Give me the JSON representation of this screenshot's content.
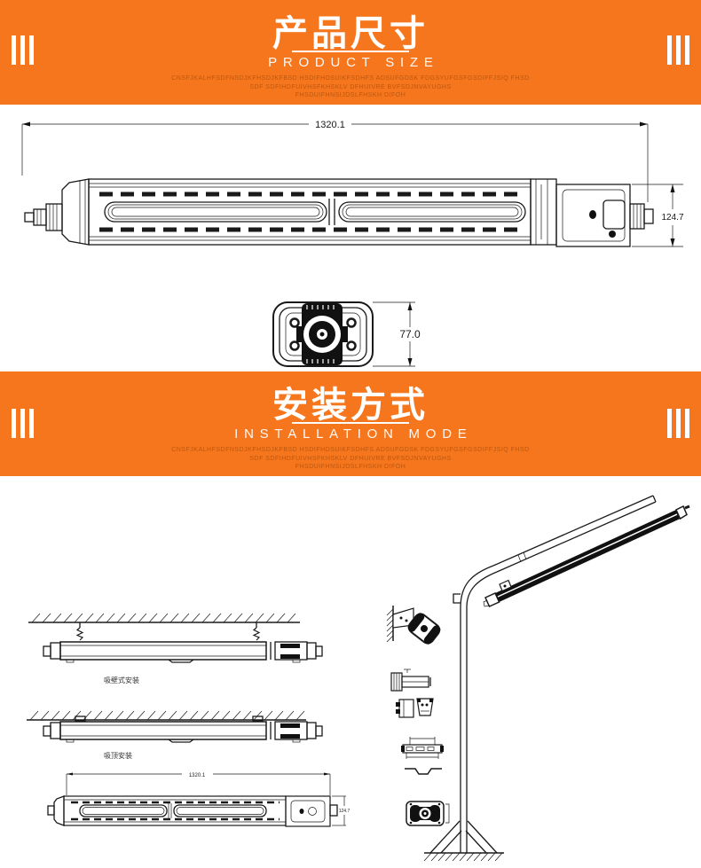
{
  "section_product_size": {
    "title": "产品尺寸",
    "subtitle": "PRODUCT SIZE",
    "note_line1": "CNSFJKALHFSDFNSDJKFHSDJKFBSD HSDIFHDSUIKFSDHFS ADSUFGDSK FDGSYUFGSFGSDIFFJSIQ FHSD",
    "note_line2": "SDF SDFIHDFUIVHSFKHSKLV DFHUIVRE BVFSDJNVAYUGHS",
    "note_line3": "FHSDUIFHNSIJDSLFHSKH DIFOH",
    "dimensions": {
      "length": "1320.1",
      "height": "124.7",
      "width": "77.0"
    }
  },
  "section_installation": {
    "title": "安装方式",
    "subtitle": "INSTALLATION MODE",
    "note_line1": "CNSFJKALHFSDFNSDJKFHSDJKFBSD HSDIFHDSUIKFSDHFS ADSUFGDSK FDGSYUFGSFGSDIFFJSIQ FHSD",
    "note_line2": "SDF SDFIHDFUIVHSFKHSKLV DFHUIVRE BVFSDJNVAYUGHS",
    "note_line3": "FHSDUIFHNSIJDSLFHSKH DIFOH",
    "labels": {
      "wall_mount": "吸壁式安装",
      "ceiling_mount": "吸顶安装"
    },
    "dimensions": {
      "length": "1320.1",
      "height": "124.7"
    }
  },
  "colors": {
    "accent_orange": "#f5761d",
    "line_black": "#1a1a1a"
  }
}
